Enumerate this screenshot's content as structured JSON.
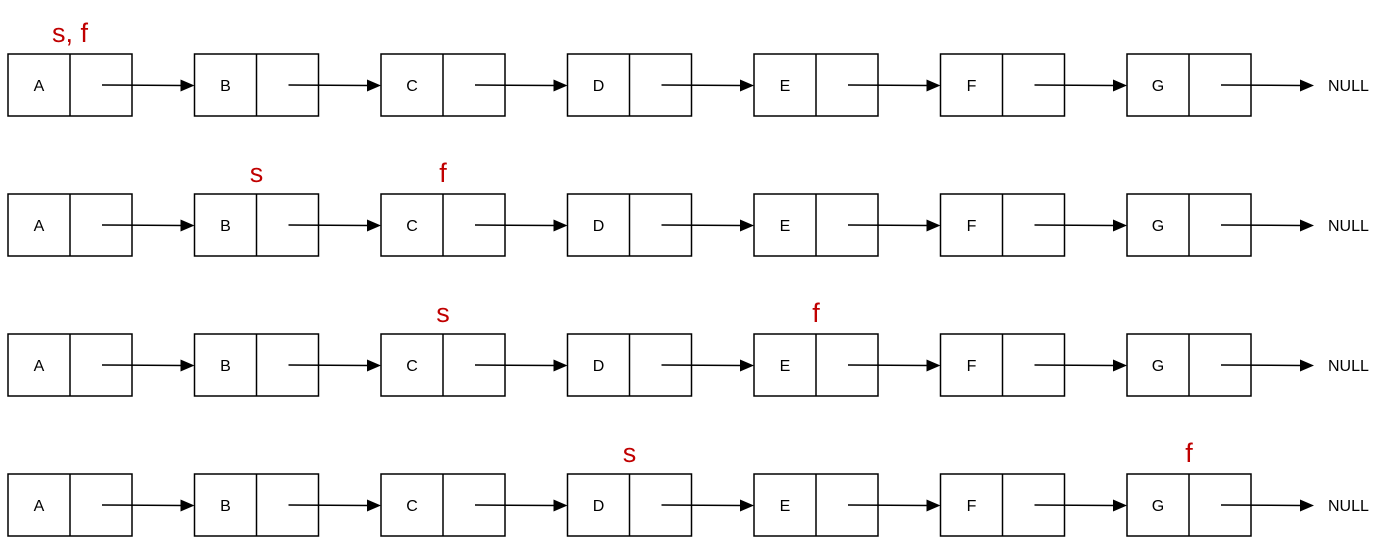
{
  "diagram": {
    "null_label": "NULL",
    "colors": {
      "stroke": "#000000",
      "pointer": "#c00000"
    },
    "rows": [
      {
        "nodes": [
          "A",
          "B",
          "C",
          "D",
          "E",
          "F",
          "G"
        ],
        "pointers": [
          {
            "label": "s, f",
            "node": 0
          }
        ]
      },
      {
        "nodes": [
          "A",
          "B",
          "C",
          "D",
          "E",
          "F",
          "G"
        ],
        "pointers": [
          {
            "label": "s",
            "node": 1
          },
          {
            "label": "f",
            "node": 2
          }
        ]
      },
      {
        "nodes": [
          "A",
          "B",
          "C",
          "D",
          "E",
          "F",
          "G"
        ],
        "pointers": [
          {
            "label": "s",
            "node": 2
          },
          {
            "label": "f",
            "node": 4
          }
        ]
      },
      {
        "nodes": [
          "A",
          "B",
          "C",
          "D",
          "E",
          "F",
          "G"
        ],
        "pointers": [
          {
            "label": "s",
            "node": 3
          },
          {
            "label": "f",
            "node": 6
          }
        ]
      }
    ]
  }
}
